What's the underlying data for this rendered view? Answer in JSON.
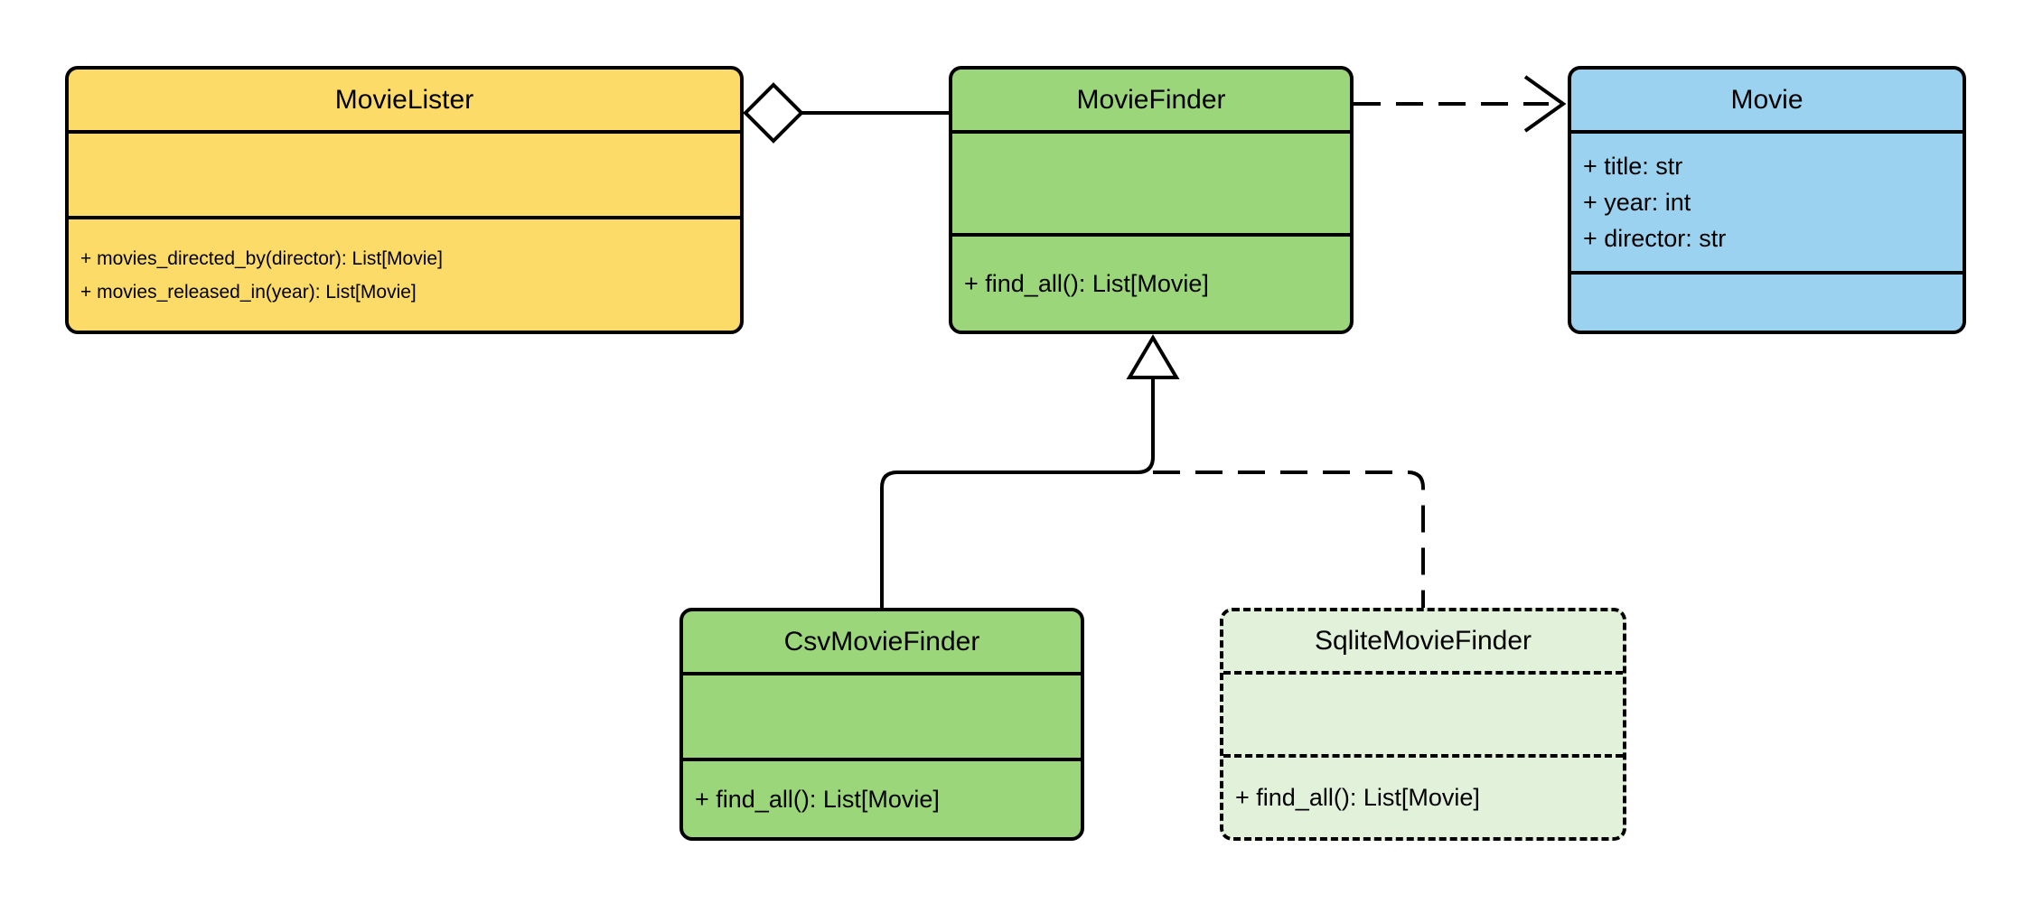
{
  "canvas": {
    "background": "#ffffff",
    "stroke": "#000000"
  },
  "diagram": {
    "classes": [
      {
        "name": "MovieLister",
        "fill": "#FCDB69",
        "border_style": "solid",
        "attributes": [],
        "methods": [
          "+ movies_directed_by(director): List[Movie]",
          "+ movies_released_in(year): List[Movie]"
        ]
      },
      {
        "name": "MovieFinder",
        "fill": "#9CD67A",
        "border_style": "solid",
        "attributes": [],
        "methods": [
          "+ find_all(): List[Movie]"
        ]
      },
      {
        "name": "Movie",
        "fill": "#9AD2F0",
        "border_style": "solid",
        "attributes": [
          "+ title: str",
          "+ year: int",
          "+ director: str"
        ],
        "methods": []
      },
      {
        "name": "CsvMovieFinder",
        "fill": "#9CD67A",
        "border_style": "solid",
        "attributes": [],
        "methods": [
          "+ find_all(): List[Movie]"
        ]
      },
      {
        "name": "SqliteMovieFinder",
        "fill": "#E2F2DA",
        "border_style": "dashed",
        "attributes": [],
        "methods": [
          "+ find_all(): List[Movie]"
        ]
      }
    ],
    "relationships": [
      {
        "type": "aggregation",
        "from": "MovieLister",
        "to": "MovieFinder",
        "marker": "hollow-diamond",
        "line": "solid"
      },
      {
        "type": "dependency",
        "from": "MovieFinder",
        "to": "Movie",
        "marker": "open-arrow",
        "line": "dashed"
      },
      {
        "type": "generalization",
        "from": "CsvMovieFinder",
        "to": "MovieFinder",
        "marker": "hollow-triangle",
        "line": "solid"
      },
      {
        "type": "generalization",
        "from": "SqliteMovieFinder",
        "to": "MovieFinder",
        "marker": "hollow-triangle",
        "line": "dashed"
      }
    ]
  }
}
